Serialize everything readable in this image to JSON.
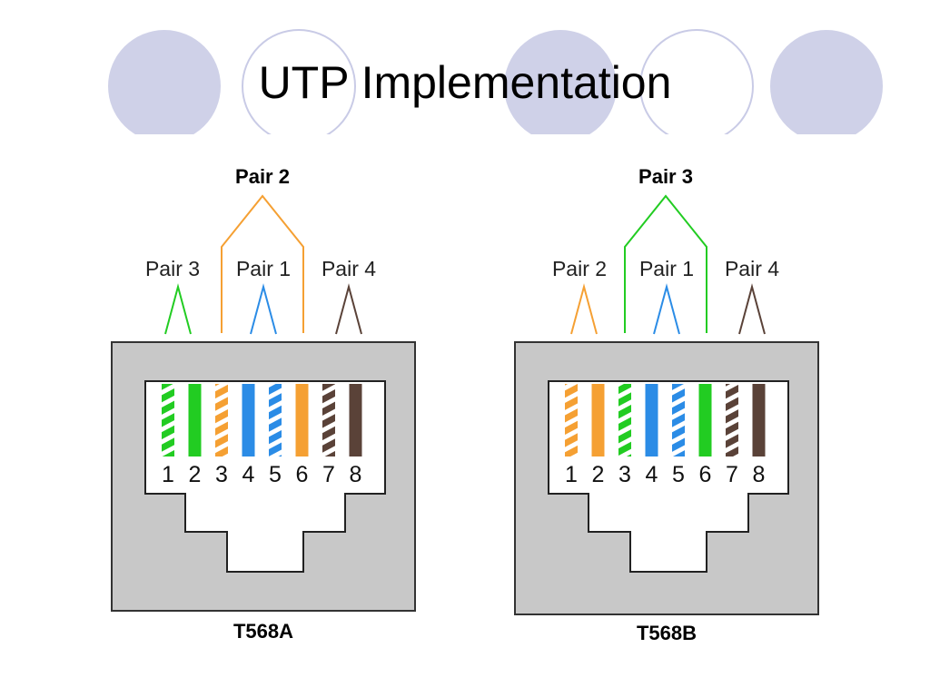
{
  "slide": {
    "title": "UTP Implementation",
    "decor_colors": {
      "filled": "#cfd1e8",
      "outline": "#c9cbe6"
    }
  },
  "colors": {
    "green": "#22cc22",
    "orange": "#f5a033",
    "blue": "#2b8ce6",
    "brown": "#5a4238",
    "jack_body": "#c8c8c8",
    "jack_border": "#333333"
  },
  "diagrams": [
    {
      "name": "T568A",
      "label": "T568A",
      "top_pair": {
        "label": "Pair 2",
        "color": "orange"
      },
      "side_pairs": [
        {
          "label": "Pair 3",
          "color": "green"
        },
        {
          "label": "Pair 1",
          "color": "blue"
        },
        {
          "label": "Pair 4",
          "color": "brown"
        }
      ],
      "pins": [
        {
          "number": "1",
          "color": "green",
          "striped": true
        },
        {
          "number": "2",
          "color": "green",
          "striped": false
        },
        {
          "number": "3",
          "color": "orange",
          "striped": true
        },
        {
          "number": "4",
          "color": "blue",
          "striped": false
        },
        {
          "number": "5",
          "color": "blue",
          "striped": true
        },
        {
          "number": "6",
          "color": "orange",
          "striped": false
        },
        {
          "number": "7",
          "color": "brown",
          "striped": true
        },
        {
          "number": "8",
          "color": "brown",
          "striped": false
        }
      ]
    },
    {
      "name": "T568B",
      "label": "T568B",
      "top_pair": {
        "label": "Pair 3",
        "color": "green"
      },
      "side_pairs": [
        {
          "label": "Pair 2",
          "color": "orange"
        },
        {
          "label": "Pair 1",
          "color": "blue"
        },
        {
          "label": "Pair 4",
          "color": "brown"
        }
      ],
      "pins": [
        {
          "number": "1",
          "color": "orange",
          "striped": true
        },
        {
          "number": "2",
          "color": "orange",
          "striped": false
        },
        {
          "number": "3",
          "color": "green",
          "striped": true
        },
        {
          "number": "4",
          "color": "blue",
          "striped": false
        },
        {
          "number": "5",
          "color": "blue",
          "striped": true
        },
        {
          "number": "6",
          "color": "green",
          "striped": false
        },
        {
          "number": "7",
          "color": "brown",
          "striped": true
        },
        {
          "number": "8",
          "color": "brown",
          "striped": false
        }
      ]
    }
  ]
}
